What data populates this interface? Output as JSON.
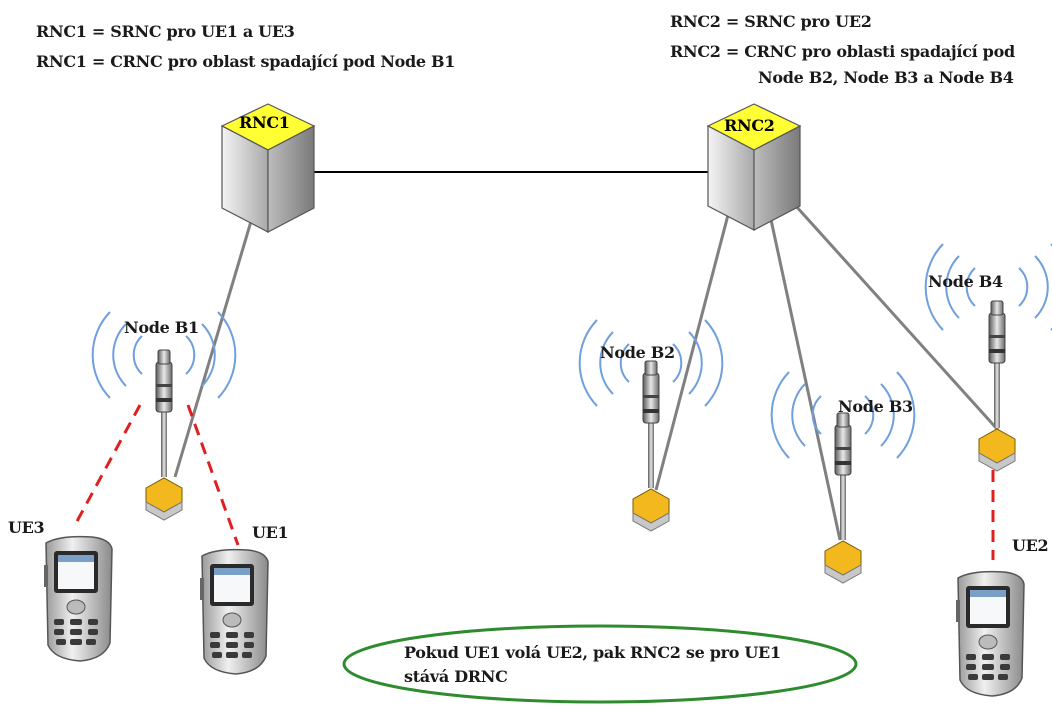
{
  "header_left": {
    "line1": "RNC1 = SRNC pro UE1 a UE3",
    "line2": "RNC1 = CRNC pro oblast spadající pod Node B1"
  },
  "header_right": {
    "line1": "RNC2 = SRNC pro UE2",
    "line2": "RNC2 = CRNC pro oblasti spadající pod",
    "line3": "Node B2, Node B3 a Node B4"
  },
  "rnc1": {
    "label": "RNC1"
  },
  "rnc2": {
    "label": "RNC2"
  },
  "nodes": {
    "b1": "Node B1",
    "b2": "Node B2",
    "b3": "Node B3",
    "b4": "Node B4"
  },
  "ues": {
    "ue1": "UE1",
    "ue2": "UE2",
    "ue3": "UE3"
  },
  "note": {
    "line1": "Pokud UE1 volá UE2, pak RNC2 se pro UE1",
    "line2": "stává DRNC"
  },
  "colors": {
    "rnc_top": "#ffff33",
    "rnc_side": "#c8c8c8",
    "node_base": "#f2b81e",
    "link": "#808080",
    "radio_link": "#e02020",
    "wave": "#6f9fdc",
    "ellipse": "#2e8b2e"
  }
}
